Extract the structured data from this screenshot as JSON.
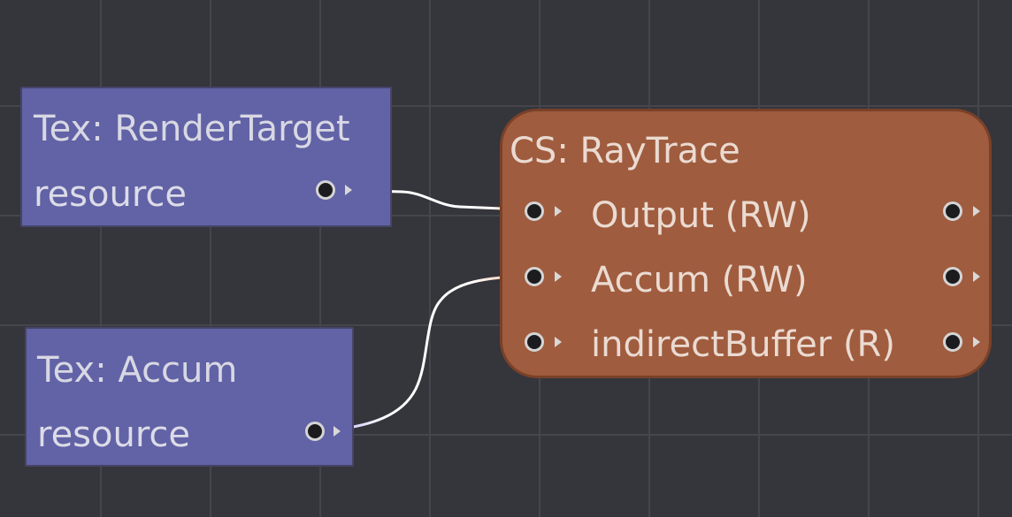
{
  "nodes": {
    "render_target": {
      "title": "Tex: RenderTarget",
      "output_label": "resource"
    },
    "accum_tex": {
      "title": "Tex: Accum",
      "output_label": "resource"
    },
    "raytrace": {
      "title": "CS: RayTrace",
      "pins": [
        {
          "label": "Output (RW)"
        },
        {
          "label": "Accum (RW)"
        },
        {
          "label": "indirectBuffer (R)"
        }
      ]
    }
  },
  "colors": {
    "background": "#35353c",
    "texture_node": "#6262a6",
    "compute_node": "#a05c3e",
    "wire": "#ffffff",
    "wire_out_tint": "#c0c0ff",
    "wire_in_tint": "#ffb894"
  },
  "connections": [
    {
      "from": "Tex: RenderTarget.resource",
      "to": "CS: RayTrace.Output (RW)"
    },
    {
      "from": "Tex: Accum.resource",
      "to": "CS: RayTrace.Accum (RW)"
    }
  ]
}
